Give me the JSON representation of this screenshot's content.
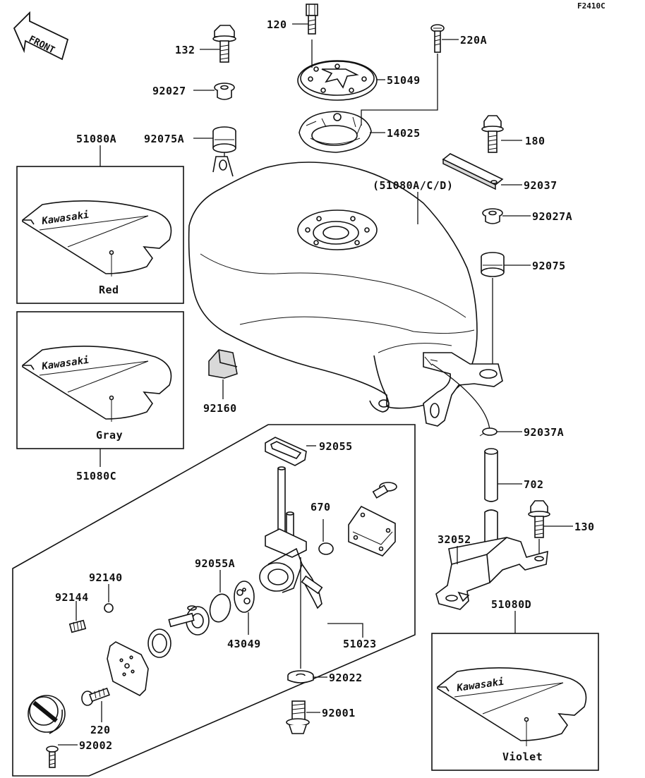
{
  "figure_code": "F2410C",
  "front_label": "FRONT",
  "brand_text": "Kawasaki",
  "labels": {
    "p120": "120",
    "p132": "132",
    "p220A": "220A",
    "p51049": "51049",
    "p92027": "92027",
    "p14025": "14025",
    "p92075A": "92075A",
    "p51080A": "51080A",
    "p180": "180",
    "p92037": "92037",
    "p51080ACD": "(51080A/C/D)",
    "p92027A": "92027A",
    "p92075": "92075",
    "p92160": "92160",
    "p92037A": "92037A",
    "p51080C": "51080C",
    "p92055": "92055",
    "p702": "702",
    "p670": "670",
    "p130": "130",
    "p32052": "32052",
    "p92140": "92140",
    "p92055A": "92055A",
    "p92144": "92144",
    "p51080D": "51080D",
    "p43049": "43049",
    "p51023": "51023",
    "p92022": "92022",
    "p92001": "92001",
    "p220": "220",
    "p92002": "92002"
  },
  "colors": {
    "red_panel": "Red",
    "gray_panel": "Gray",
    "violet_panel": "Violet"
  }
}
